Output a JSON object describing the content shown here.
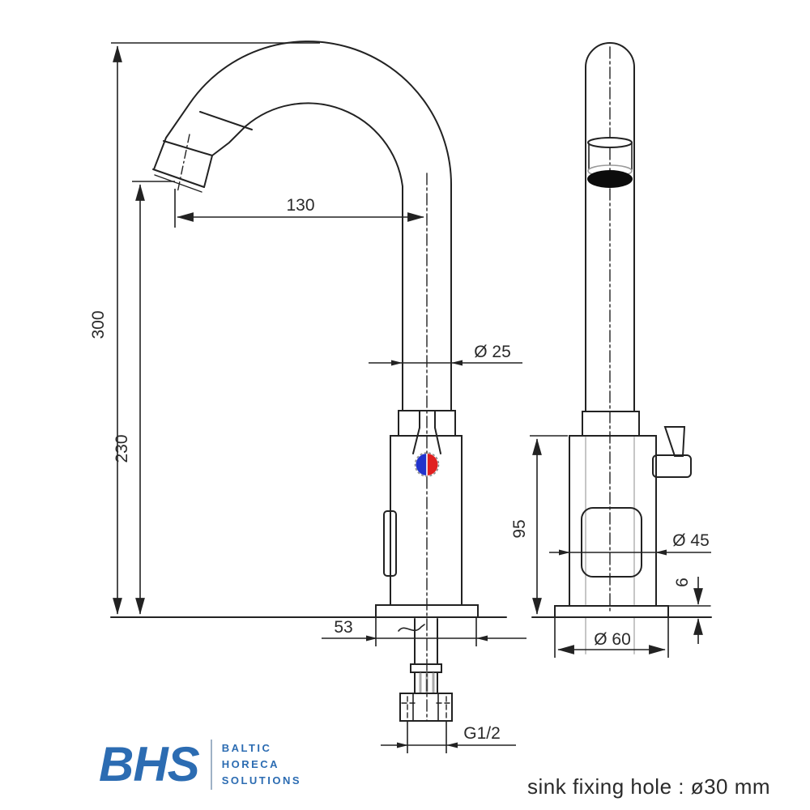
{
  "drawing_title": "faucet-dimensional-drawing",
  "dimensions": {
    "spout_reach": "130",
    "total_height": "300",
    "spout_height": "230",
    "pipe_diameter": "Ø 25",
    "body_height": "95",
    "body_diameter": "Ø 45",
    "base_plate_thickness": "6",
    "base_offset": "53",
    "base_diameter": "Ø 60",
    "thread_size": "G1/2"
  },
  "note": "sink fixing hole : ø30 mm",
  "logo": {
    "abbr": "BHS",
    "words": [
      "BALTIC",
      "HORECA",
      "SOLUTIONS"
    ]
  },
  "colors": {
    "line": "#222222",
    "hidden_line": "#c6c6c6",
    "logo_blue": "#2c6cb2",
    "hot_red": "#e02020",
    "cold_blue": "#2233cc",
    "outlet_dark": "#0c0c0c"
  }
}
